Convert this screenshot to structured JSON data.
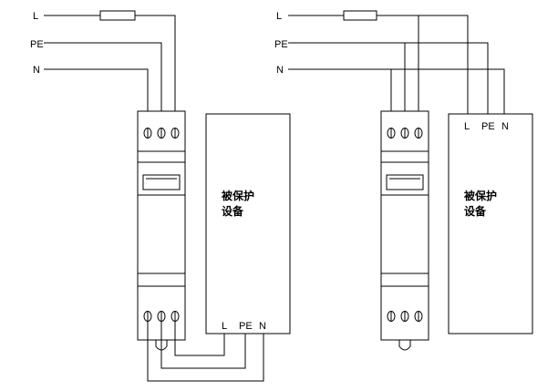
{
  "diagram_left": {
    "line_labels": {
      "l": "L",
      "pe": "PE",
      "n": "N"
    },
    "device": {
      "line1": "被保护",
      "line2": "设备"
    },
    "device_terminals": {
      "l": "L",
      "pe": "PE",
      "n": "N"
    }
  },
  "diagram_right": {
    "line_labels": {
      "l": "L",
      "pe": "PE",
      "n": "N"
    },
    "device": {
      "line1": "被保护",
      "line2": "设备"
    },
    "device_terminals": {
      "l": "L",
      "pe": "PE",
      "n": "N"
    }
  },
  "colors": {
    "stroke": "#000000",
    "background": "#ffffff"
  },
  "icons": [
    "fuse-icon",
    "surge-protector-icon",
    "terminal-screw-icon"
  ]
}
